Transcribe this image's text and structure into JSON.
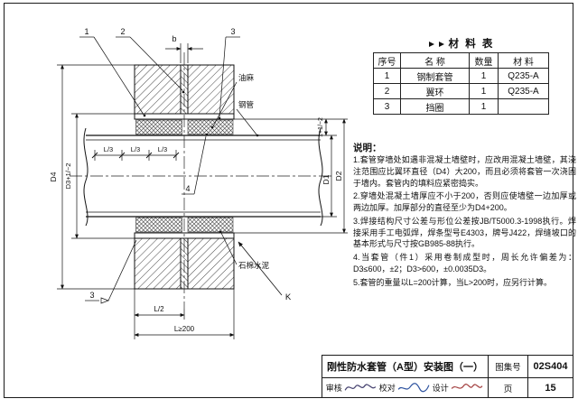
{
  "drawing": {
    "callout_1": "1",
    "callout_2": "2",
    "callout_3": "3",
    "callout_4": "4",
    "callout_weld_3": "3",
    "callout_k": "K",
    "dim_b": "b",
    "dim_d4": "D4",
    "dim_d3": "D3+1/~2",
    "dim_gap": "1+1/~2",
    "dim_d1": "D1",
    "dim_d2": "D2",
    "dim_l3": "L/3",
    "dim_l_half": "L/2",
    "dim_l_min": "L≥200",
    "label_oakum": "油麻",
    "label_steel_pipe": "钢管",
    "label_asbestos_cement": "石棉水泥"
  },
  "materials_table": {
    "title": "材 料 表",
    "headers": [
      "序号",
      "名 称",
      "数量",
      "材 料"
    ],
    "rows": [
      {
        "no": "1",
        "name": "钢制套管",
        "qty": "1",
        "material": "Q235-A"
      },
      {
        "no": "2",
        "name": "翼环",
        "qty": "1",
        "material": "Q235-A"
      },
      {
        "no": "3",
        "name": "挡圈",
        "qty": "1",
        "material": ""
      }
    ]
  },
  "notes": {
    "title": "说明：",
    "items": [
      "1.套管穿墙处如遇非混凝土墙壁时，应改用混凝土墙壁，其浇注范围应比翼环直径（D4）大200，而且必须将套管一次浇固于墙内。套管内的填料应紧密捣实。",
      "2.穿墙处混凝土墙厚应不小于200，否则应使墙壁一边加厚或两边加厚。加厚部分的直径至少为D4+200。",
      "3.焊接结构尺寸公差与形位公差按JB/T5000.3-1998执行。焊接采用手工电弧焊，焊条型号E4303，牌号J422，焊缝坡口的基本形式与尺寸按GB985-88执行。",
      "4.当套管（件1）采用卷制成型时，周长允许偏差为：D3≤600，±2；D3>600，±0.0035D3。",
      "5.套管的重量以L=200计算，当L>200时，应另行计算。"
    ]
  },
  "title_block": {
    "title": "刚性防水套管（A型）安装图（一）",
    "atlas_label": "图集号",
    "atlas_no": "02S404",
    "page_label": "页",
    "page_no": "15",
    "reviewer_label": "审核",
    "checker_label": "校对",
    "designer_label": "设计"
  }
}
